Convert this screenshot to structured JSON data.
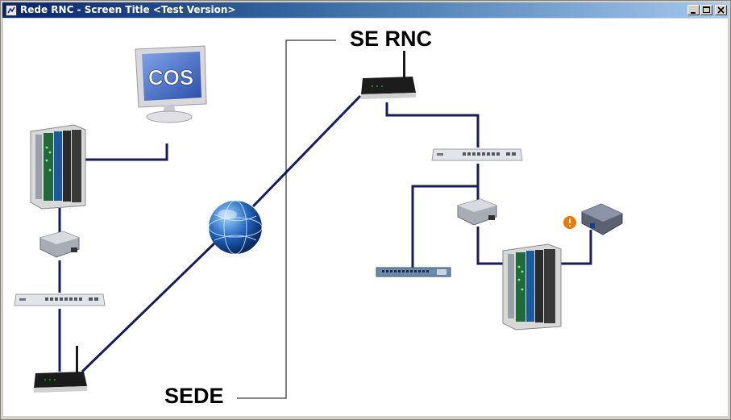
{
  "window": {
    "title": "Rede RNC - Screen Title <Test Version>",
    "controls": {
      "minimize": "minimize-icon",
      "maximize": "maximize-icon",
      "close": "close-icon"
    }
  },
  "diagram": {
    "site_labels": {
      "se_rnc": "SE RNC",
      "sede": "SEDE"
    },
    "monitor_screen_text": "COS",
    "colors": {
      "link_color": "#1a1a5e",
      "divider_color": "#000000",
      "globe_color": "#1f5fb8",
      "alert_color": "#f07800"
    },
    "devices": [
      {
        "name": "cos-workstation",
        "icon": "monitor-icon"
      },
      {
        "name": "sede-controller-rack",
        "icon": "rack-controller-icon"
      },
      {
        "name": "sede-media-converter",
        "icon": "media-converter-icon"
      },
      {
        "name": "sede-switch",
        "icon": "switch-icon"
      },
      {
        "name": "sede-router",
        "icon": "wireless-router-icon"
      },
      {
        "name": "internet",
        "icon": "globe-icon"
      },
      {
        "name": "rnc-router",
        "icon": "wireless-router-icon"
      },
      {
        "name": "rnc-switch",
        "icon": "switch-icon"
      },
      {
        "name": "rnc-media-converter",
        "icon": "media-converter-icon"
      },
      {
        "name": "rnc-patch-panel",
        "icon": "patch-panel-icon"
      },
      {
        "name": "rnc-controller-rack",
        "icon": "rack-controller-icon"
      },
      {
        "name": "rnc-device-alert",
        "icon": "alert-icon"
      },
      {
        "name": "rnc-device",
        "icon": "device-box-icon"
      }
    ]
  }
}
